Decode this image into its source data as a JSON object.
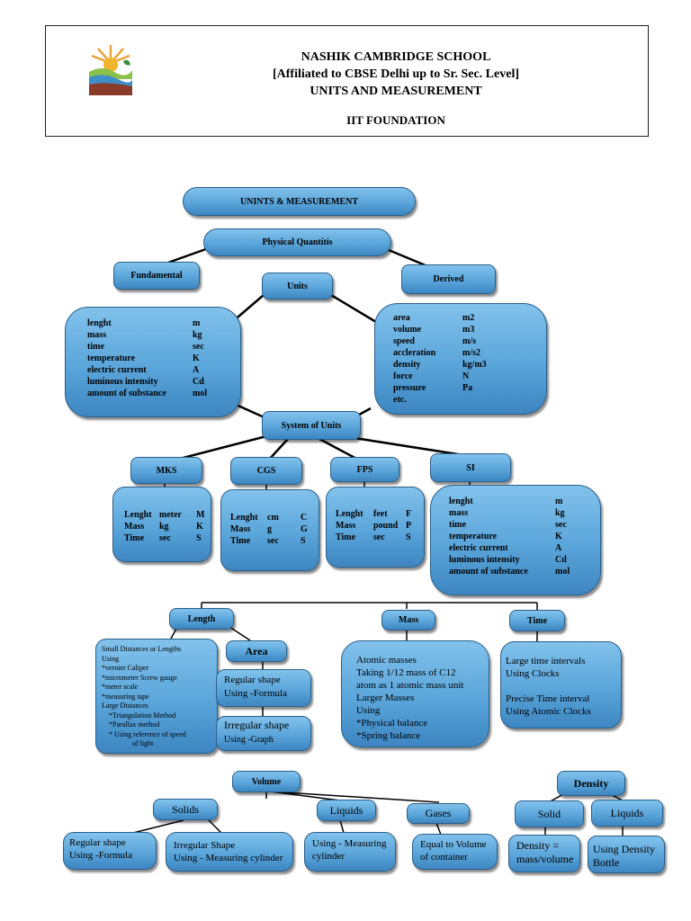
{
  "header": {
    "school": "NASHIK CAMBRIDGE SCHOOL",
    "affiliation": "[Affiliated to CBSE Delhi up to Sr. Sec. Level]",
    "subject": "UNITS AND MEASUREMENT",
    "course": "IIT FOUNDATION"
  },
  "nodes": {
    "title": "UNINTS & MEASUREMENT",
    "physical_quantities": "Physical Quantitis",
    "fundamental": "Fundamental",
    "derived": "Derived",
    "units": "Units",
    "system_of_units": "System of Units",
    "mks": "MKS",
    "cgs": "CGS",
    "fps": "FPS",
    "si": "SI",
    "length": "Length",
    "mass": "Mass",
    "time": "Time",
    "area": "Area",
    "volume": "Volume",
    "solids": "Solids",
    "liquids": "Liquids",
    "gases": "Gases",
    "density": "Density",
    "density_solid": "Solid",
    "density_liquids": "Liquids"
  },
  "fundamental_units": [
    {
      "q": "lenght",
      "u": "m"
    },
    {
      "q": "mass",
      "u": "kg"
    },
    {
      "q": "time",
      "u": "sec"
    },
    {
      "q": "temperature",
      "u": "K"
    },
    {
      "q": "electric current",
      "u": "A"
    },
    {
      "q": "luminous intensity",
      "u": "Cd"
    },
    {
      "q": "amount of substance",
      "u": "mol"
    }
  ],
  "derived_units": [
    {
      "q": "area",
      "u": "m2"
    },
    {
      "q": "volume",
      "u": "m3"
    },
    {
      "q": "speed",
      "u": "m/s"
    },
    {
      "q": "accleration",
      "u": "m/s2"
    },
    {
      "q": "density",
      "u": "kg/m3"
    },
    {
      "q": "force",
      "u": "N"
    },
    {
      "q": "pressure",
      "u": "Pa"
    },
    {
      "q": "etc.",
      "u": ""
    }
  ],
  "mks_rows": [
    {
      "q": "Lenght",
      "u": "meter",
      "s": "M"
    },
    {
      "q": "Mass",
      "u": "kg",
      "s": "K"
    },
    {
      "q": "Time",
      "u": "sec",
      "s": "S"
    }
  ],
  "cgs_rows": [
    {
      "q": "Lenght",
      "u": "cm",
      "s": "C"
    },
    {
      "q": "Mass",
      "u": "g",
      "s": "G"
    },
    {
      "q": "Time",
      "u": "sec",
      "s": "S"
    }
  ],
  "fps_rows": [
    {
      "q": "Lenght",
      "u": "feet",
      "s": "F"
    },
    {
      "q": "Mass",
      "u": "pound",
      "s": "P"
    },
    {
      "q": "Time",
      "u": "sec",
      "s": "S"
    }
  ],
  "si_rows": [
    {
      "q": "lenght",
      "u": "m"
    },
    {
      "q": "mass",
      "u": "kg"
    },
    {
      "q": "time",
      "u": "sec"
    },
    {
      "q": "temperature",
      "u": "K"
    },
    {
      "q": "electric current",
      "u": "A"
    },
    {
      "q": "luminous intensity",
      "u": "Cd"
    },
    {
      "q": "amount of substance",
      "u": "mol"
    }
  ],
  "length_text": [
    "Small Distances or Lengths",
    "Using",
    "*vernier Caliper",
    "*micrometer Screw gauge",
    "*meter scale",
    "*measuring tape",
    "Large Distances",
    "   *Triangulation Method",
    "   *Parallax method",
    "   * Using reference of speed",
    "        of light"
  ],
  "area_regular": [
    "Regular shape",
    "Using -Formula"
  ],
  "area_irregular": [
    "Irregular shape",
    "Using -Graph"
  ],
  "mass_text": [
    "Atomic masses",
    "Taking 1/12 mass of C12",
    "atom as 1 atomic mass unit",
    "Larger Masses",
    "Using",
    "*Physical balance",
    "*Spring balance"
  ],
  "time_text": [
    "Large time intervals",
    "Using Clocks",
    "",
    "Precise Time interval",
    "Using Atomic Clocks"
  ],
  "volume_solid_regular": [
    "Regular shape",
    "Using -Formula"
  ],
  "volume_solid_irregular": [
    "Irregular Shape",
    "Using - Measuring cylinder"
  ],
  "volume_liquids": [
    "Using - Measuring",
    "cylinder"
  ],
  "volume_gases": [
    "Equal to Volume",
    "of container"
  ],
  "density_solid_text": [
    "Density =",
    "mass/volume"
  ],
  "density_liquid_text": [
    "Using Density",
    "Bottle"
  ]
}
